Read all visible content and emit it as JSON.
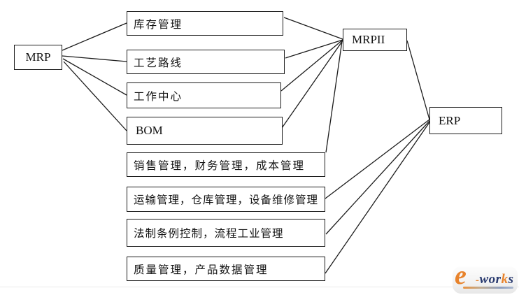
{
  "colors": {
    "background": "#ffffff",
    "line": "#1c1c1c",
    "box_border": "#1c1c1c",
    "text": "#111111",
    "logo_orange": "#e8832c",
    "logo_navy": "#2a3b70"
  },
  "diagram": {
    "nodes": {
      "mrp": {
        "label": "MRP"
      },
      "inventory": {
        "label": "库存管理"
      },
      "routing": {
        "label": "工艺路线"
      },
      "workcenter": {
        "label": "工作中心"
      },
      "bom": {
        "label": "BOM"
      },
      "mrpii": {
        "label": "MRPII"
      },
      "erp": {
        "label": "ERP"
      },
      "sales": {
        "label": "销售管理，财务管理，成本管理"
      },
      "transport": {
        "label": "运输管理，仓库管理，设备维修管理"
      },
      "legal": {
        "label": "法制条例控制，流程工业管理"
      },
      "quality": {
        "label": "质量管理，产品数据管理"
      }
    },
    "edges": [
      {
        "from": "mrp",
        "to": "inventory"
      },
      {
        "from": "mrp",
        "to": "routing"
      },
      {
        "from": "mrp",
        "to": "workcenter"
      },
      {
        "from": "mrp",
        "to": "bom"
      },
      {
        "from": "inventory",
        "to": "mrpii"
      },
      {
        "from": "routing",
        "to": "mrpii"
      },
      {
        "from": "workcenter",
        "to": "mrpii"
      },
      {
        "from": "bom",
        "to": "mrpii"
      },
      {
        "from": "mrpii",
        "to": "sales"
      },
      {
        "from": "mrpii",
        "to": "erp"
      },
      {
        "from": "transport",
        "to": "erp"
      },
      {
        "from": "legal",
        "to": "erp"
      },
      {
        "from": "quality",
        "to": "erp"
      }
    ]
  },
  "logo": {
    "e": "e",
    "hyphen": "-",
    "wor": "wor",
    "k": "k",
    "s": "s"
  }
}
